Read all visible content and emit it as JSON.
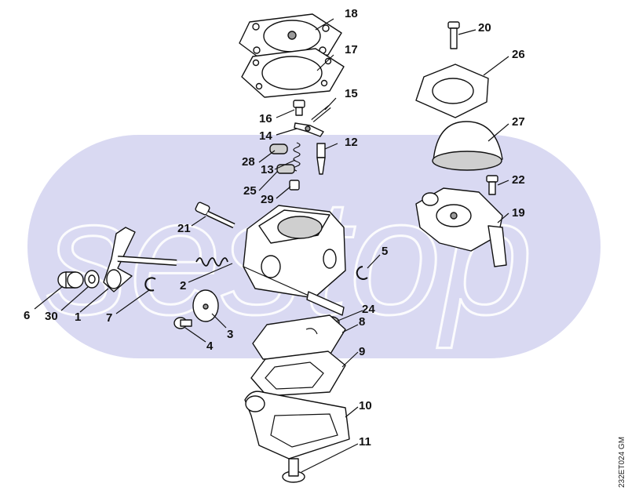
{
  "diagram": {
    "reference_code": "232ET024 GM",
    "watermark": "sestop",
    "colors": {
      "background": "#ffffff",
      "watermark_band": "#d9d9f2",
      "line": "#111111"
    },
    "callouts": [
      {
        "id": "c1",
        "label": "1"
      },
      {
        "id": "c2",
        "label": "2"
      },
      {
        "id": "c3",
        "label": "3"
      },
      {
        "id": "c4",
        "label": "4"
      },
      {
        "id": "c5",
        "label": "5"
      },
      {
        "id": "c6",
        "label": "6"
      },
      {
        "id": "c7",
        "label": "7"
      },
      {
        "id": "c8",
        "label": "8"
      },
      {
        "id": "c9",
        "label": "9"
      },
      {
        "id": "c10",
        "label": "10"
      },
      {
        "id": "c11",
        "label": "11"
      },
      {
        "id": "c12",
        "label": "12"
      },
      {
        "id": "c13",
        "label": "13"
      },
      {
        "id": "c14",
        "label": "14"
      },
      {
        "id": "c15",
        "label": "15"
      },
      {
        "id": "c16",
        "label": "16"
      },
      {
        "id": "c17",
        "label": "17"
      },
      {
        "id": "c18",
        "label": "18"
      },
      {
        "id": "c19",
        "label": "19"
      },
      {
        "id": "c20",
        "label": "20"
      },
      {
        "id": "c21",
        "label": "21"
      },
      {
        "id": "c22",
        "label": "22"
      },
      {
        "id": "c24",
        "label": "24"
      },
      {
        "id": "c25",
        "label": "25"
      },
      {
        "id": "c26",
        "label": "26"
      },
      {
        "id": "c27",
        "label": "27"
      },
      {
        "id": "c28",
        "label": "28"
      },
      {
        "id": "c29",
        "label": "29"
      },
      {
        "id": "c30",
        "label": "30"
      }
    ]
  }
}
